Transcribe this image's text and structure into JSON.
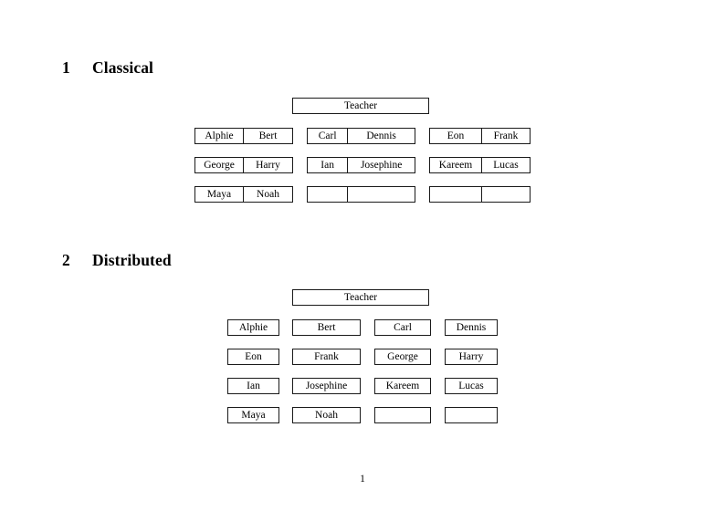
{
  "document": {
    "page_number": "1"
  },
  "sections": [
    {
      "number": "1",
      "title": "Classical",
      "teacher_label": "Teacher",
      "groups": [
        {
          "rows": [
            [
              "Alphie",
              "Bert"
            ],
            [
              "George",
              "Harry"
            ],
            [
              "Maya",
              "Noah"
            ]
          ]
        },
        {
          "rows": [
            [
              "Carl",
              "Dennis"
            ],
            [
              "Ian",
              "Josephine"
            ],
            [
              "",
              ""
            ]
          ]
        },
        {
          "rows": [
            [
              "Eon",
              "Frank"
            ],
            [
              "Kareem",
              "Lucas"
            ],
            [
              "",
              ""
            ]
          ]
        }
      ]
    },
    {
      "number": "2",
      "title": "Distributed",
      "teacher_label": "Teacher",
      "columns": [
        {
          "cells": [
            "Alphie",
            "Eon",
            "Ian",
            "Maya"
          ]
        },
        {
          "cells": [
            "Bert",
            "Frank",
            "Josephine",
            "Noah"
          ]
        },
        {
          "cells": [
            "Carl",
            "George",
            "Kareem",
            ""
          ]
        },
        {
          "cells": [
            "Dennis",
            "Harry",
            "Lucas",
            ""
          ]
        }
      ]
    }
  ],
  "colors": {
    "page_background": "#ffffff",
    "text": "#000000",
    "box_border": "#1a1a1a"
  }
}
